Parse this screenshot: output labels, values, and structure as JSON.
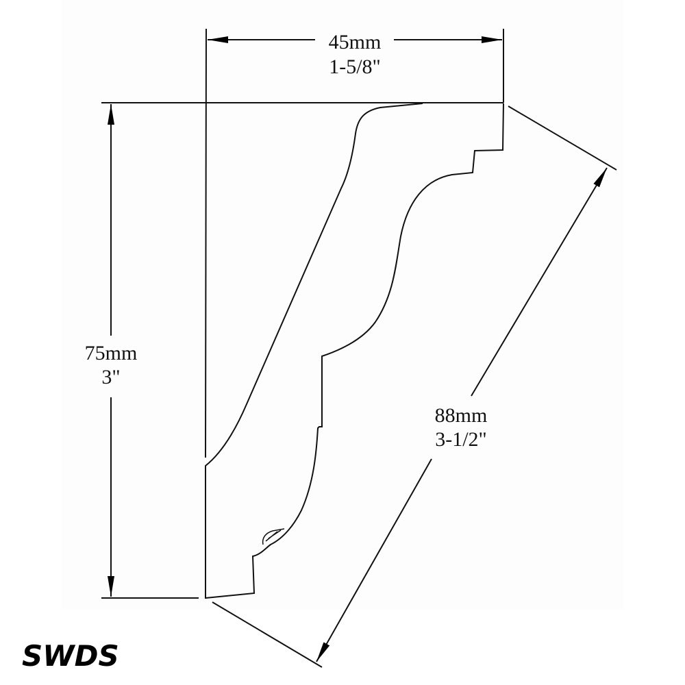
{
  "dimensions": {
    "width": {
      "metric": "45mm",
      "imperial": "1-5/8\""
    },
    "height": {
      "metric": "75mm",
      "imperial": "3\""
    },
    "diagonal": {
      "metric": "88mm",
      "imperial": "3-1/2\""
    }
  },
  "logo": "SWDS",
  "colors": {
    "line": "#111111",
    "background": "#ffffff"
  }
}
